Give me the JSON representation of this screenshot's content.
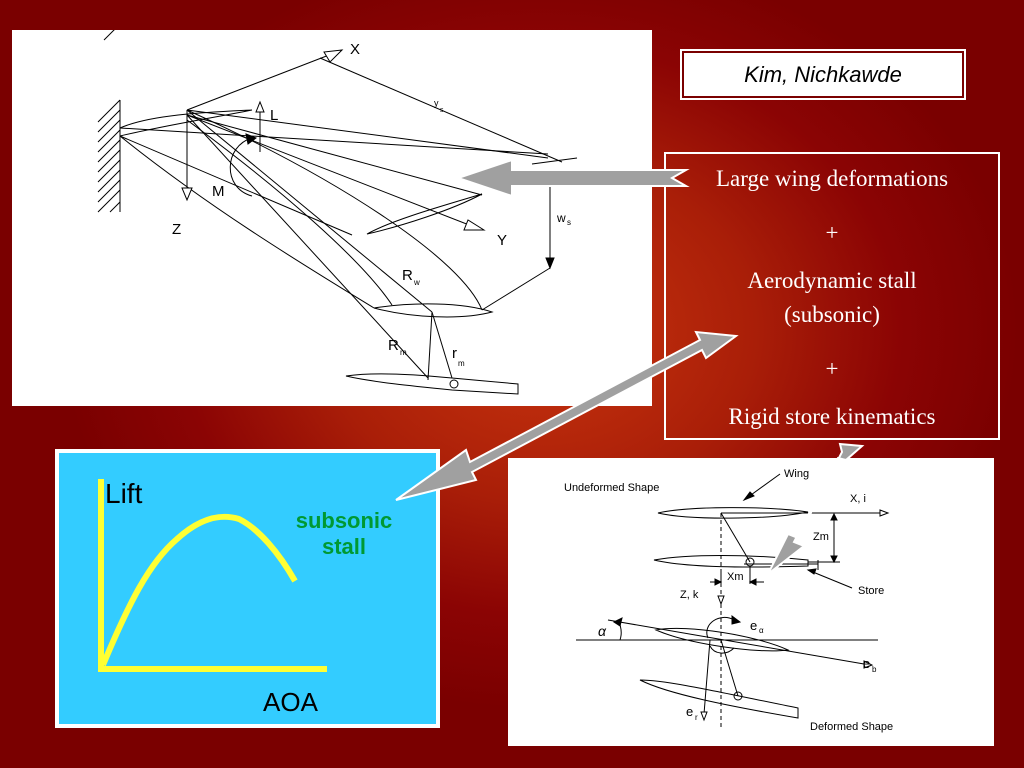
{
  "authors": "Kim, Nichkawde",
  "features": {
    "line1": "Large wing deformations",
    "plus1": "+",
    "line2": "Aerodynamic stall",
    "line3": "(subsonic)",
    "plus2": "+",
    "line4": "Rigid store kinematics"
  },
  "wing_diagram": {
    "x_axis": "X",
    "y_axis": "Y",
    "z_axis": "Z",
    "lift": "L",
    "moment": "M",
    "ys": "y",
    "ys_sub": "s",
    "ws": "w",
    "ws_sub": "s",
    "rw": "R",
    "rw_sub": "w",
    "rm": "R",
    "rm_sub": "m",
    "r_small": "r",
    "r_small_sub": "m"
  },
  "lift_chart": {
    "ylabel": "Lift",
    "xlabel": "AOA",
    "annotation_line1": "subsonic",
    "annotation_line2": "stall"
  },
  "geometry_diagram": {
    "undeformed": "Undeformed Shape",
    "deformed": "Deformed Shape",
    "wing": "Wing",
    "store": "Store",
    "xi": "X, i",
    "zk": "Z, k",
    "zm": "Zm",
    "xm": "Xm",
    "alpha": "α",
    "e_alpha": "e",
    "e_alpha_sub": "α",
    "e_b": "e",
    "e_b_sub": "b",
    "e_r": "e",
    "e_r_sub": "r"
  },
  "colors": {
    "background": "#8b0404",
    "lift_panel": "#33ccff",
    "lift_curve": "#ffff33",
    "stall_text": "#009933",
    "arrow": "#999999"
  }
}
